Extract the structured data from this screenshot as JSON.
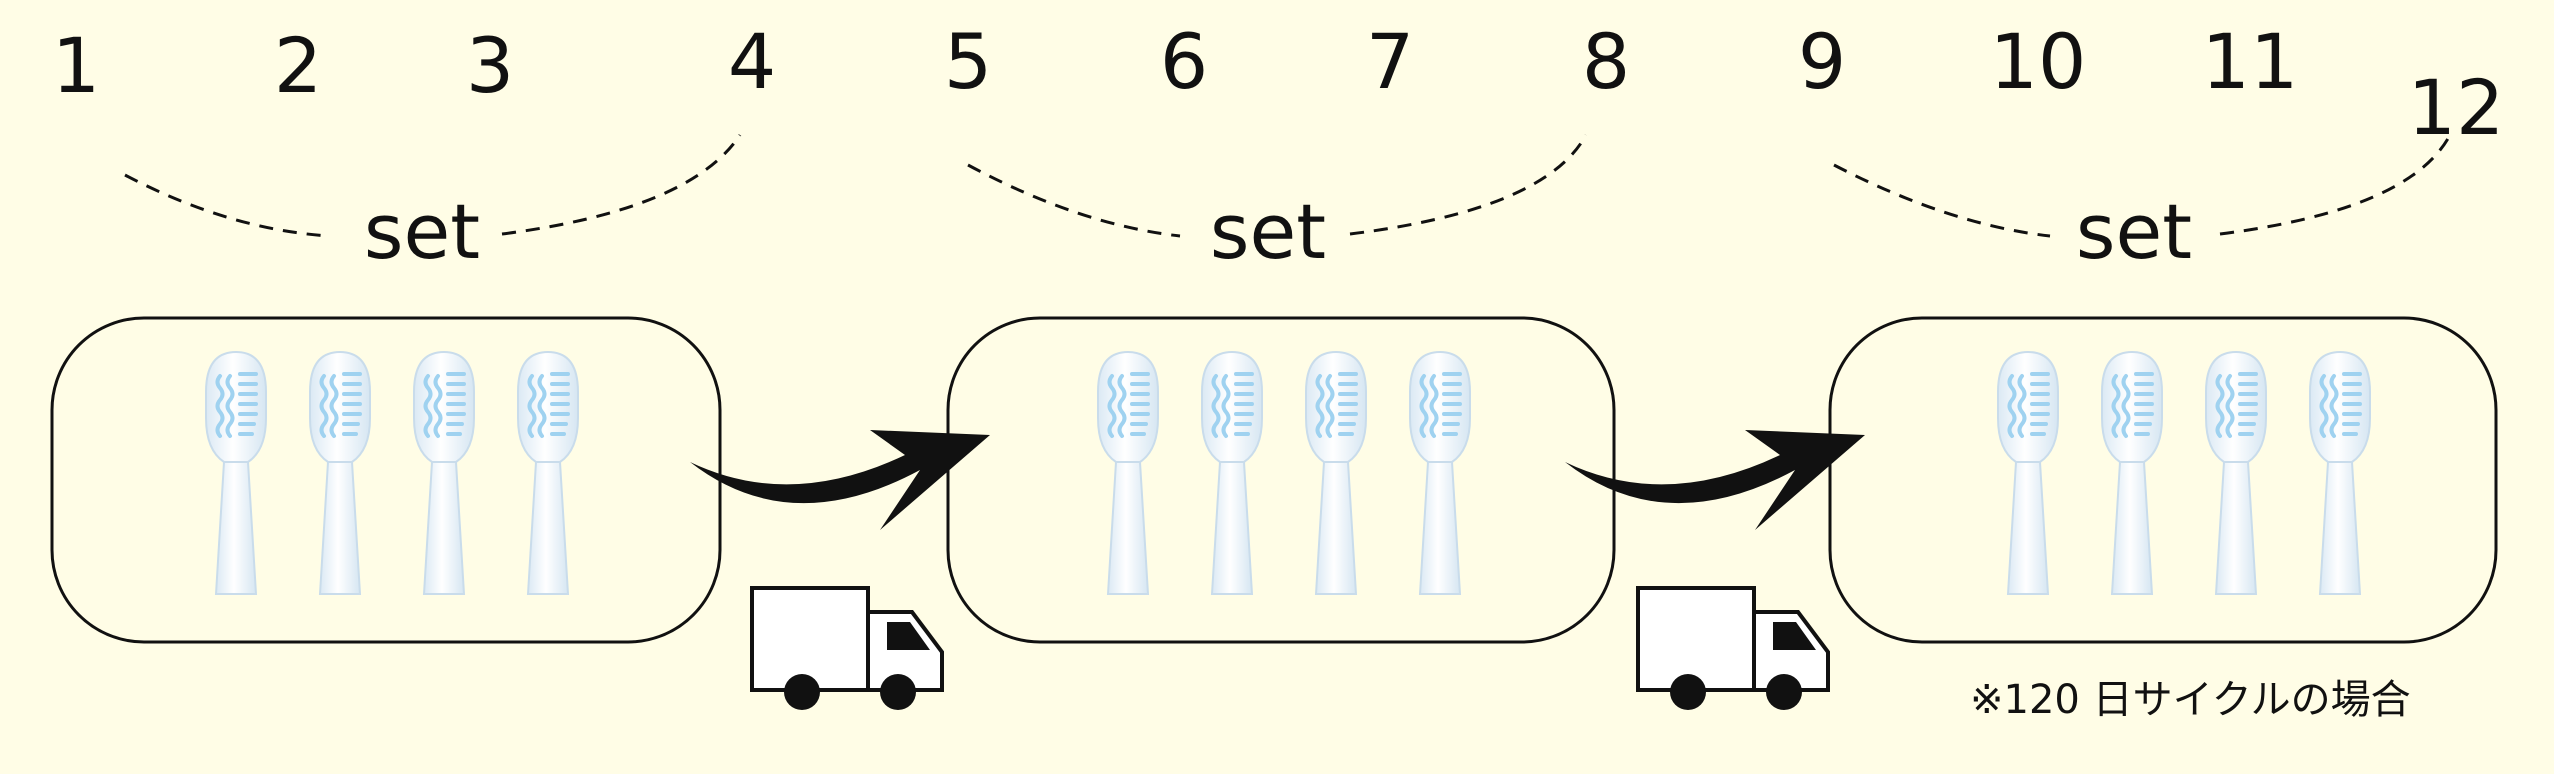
{
  "months": [
    "1",
    "2",
    "3",
    "4",
    "5",
    "6",
    "7",
    "8",
    "9",
    "10",
    "11",
    "12"
  ],
  "sets": [
    {
      "label": "set",
      "brush_count": 4
    },
    {
      "label": "set",
      "brush_count": 4
    },
    {
      "label": "set",
      "brush_count": 4
    }
  ],
  "footnote": "※120 日サイクルの場合",
  "colors": {
    "background": "#fffde6",
    "outline": "#111111",
    "brush_body": "#f4f9fd",
    "brush_bristles": "#9fd2f0"
  },
  "icons": [
    "toothbrush-head-icon",
    "delivery-truck-icon",
    "curved-arrow-icon"
  ]
}
